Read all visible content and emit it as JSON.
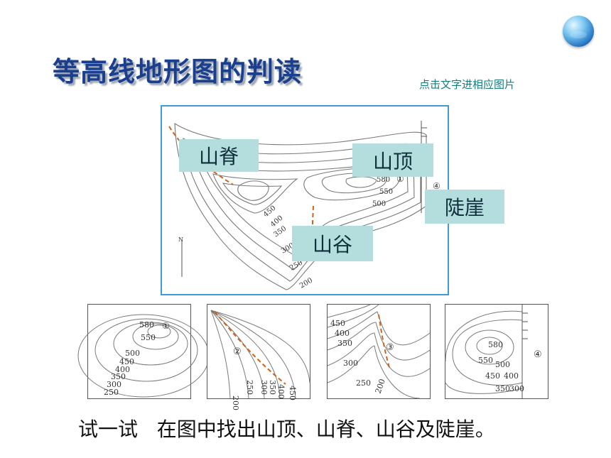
{
  "title": "等高线地形图的判读",
  "hint": "点击文字进相应图片",
  "main_map": {
    "labels": {
      "ridge": "山脊",
      "peak": "山顶",
      "cliff": "陡崖",
      "valley": "山谷"
    },
    "contours": [
      "450",
      "400",
      "350",
      "300",
      "250",
      "200",
      "580",
      "550",
      "500"
    ],
    "markers": [
      "①",
      "④"
    ],
    "north": "N"
  },
  "thumbs": [
    {
      "values": [
        "580",
        "550",
        "500",
        "450",
        "400",
        "350",
        "300",
        "250"
      ],
      "marker": "①"
    },
    {
      "values": [
        "200",
        "250",
        "300",
        "350",
        "400",
        "450"
      ],
      "marker": "②"
    },
    {
      "values": [
        "450",
        "400",
        "350",
        "300",
        "250",
        "200"
      ],
      "marker": "③"
    },
    {
      "values": [
        "580",
        "550",
        "500",
        "450",
        "400",
        "350",
        "300"
      ],
      "marker": "④"
    }
  ],
  "caption": {
    "prefix": "试一试",
    "text": "在图中找出山顶、山脊、山谷及陡崖。"
  }
}
